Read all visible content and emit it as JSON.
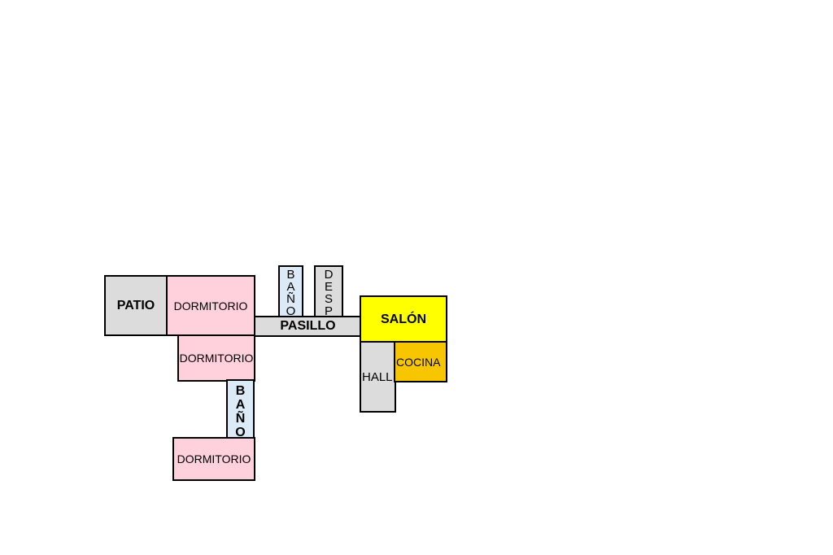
{
  "plan": {
    "rooms": {
      "patio": {
        "label": "PATIO",
        "color": "#dcdcdc"
      },
      "dormitorio_1": {
        "label": "DORMITORIO",
        "color": "#ffd1dc"
      },
      "pasillo": {
        "label": "PASILLO",
        "color": "#dcdcdc"
      },
      "bano_1": {
        "label": "BAÑO",
        "color": "#dce9f7"
      },
      "desp": {
        "label": "DESP",
        "color": "#dcdcdc"
      },
      "salon": {
        "label": "SALÓN",
        "color": "#ffff00"
      },
      "hall": {
        "label": "HALL",
        "color": "#dcdcdc"
      },
      "cocina": {
        "label": "COCINA",
        "color": "#f7c600"
      },
      "dormitorio_2": {
        "label": "DORMITORIO",
        "color": "#ffd1dc"
      },
      "bano_2": {
        "label": "BAÑO",
        "color": "#dce9f7"
      },
      "dormitorio_3": {
        "label": "DORMITORIO",
        "color": "#ffd1dc"
      }
    }
  }
}
